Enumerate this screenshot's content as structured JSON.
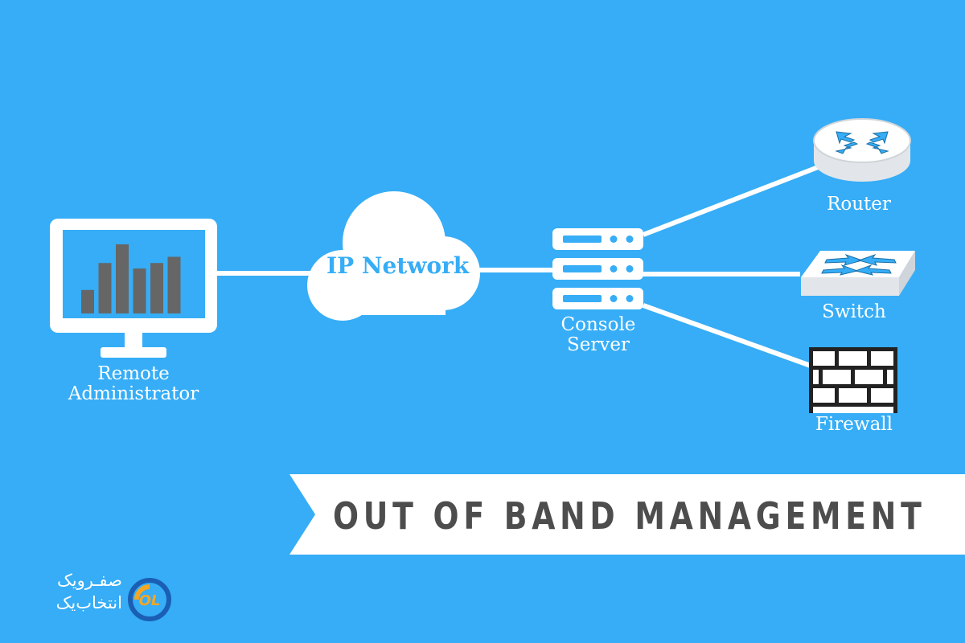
{
  "title": "OUT OF BAND MANAGEMENT",
  "nodes": {
    "admin": {
      "line1": "Remote",
      "line2": "Administrator"
    },
    "network": {
      "label": "IP Network"
    },
    "console": {
      "line1": "Console",
      "line2": "Server"
    },
    "router": {
      "label": "Router"
    },
    "switch": {
      "label": "Switch"
    },
    "firewall": {
      "label": "Firewall"
    }
  },
  "brand": {
    "line1": "صفـرویک",
    "line2": "انتخاب‌یک",
    "mark": "OL"
  },
  "monitor_bar_levels": [
    0.34,
    0.73,
    1.0,
    0.65,
    0.73,
    0.82
  ],
  "colors": {
    "background": "#36adf6",
    "foreground": "#ffffff",
    "bar": "#666666",
    "banner_text": "#4d4d4d",
    "logo_accent": "#f5a623",
    "logo_blue": "#1a5fb4"
  }
}
